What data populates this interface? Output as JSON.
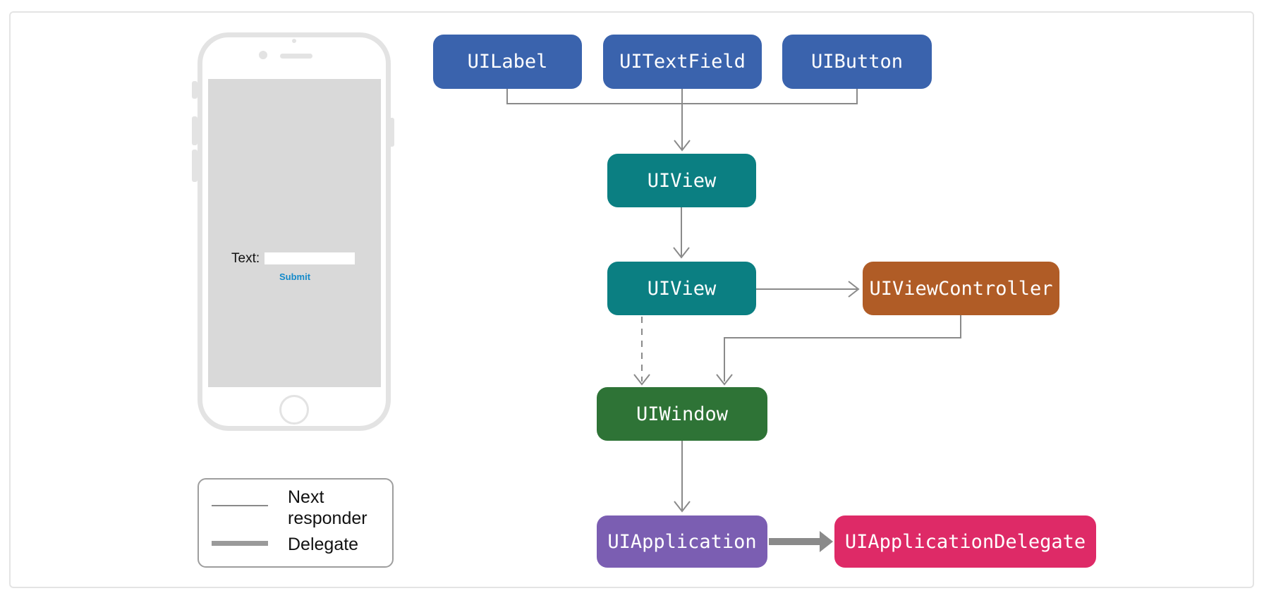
{
  "diagram": {
    "nodes": [
      {
        "id": "uilabel",
        "label": "UILabel",
        "color": "#3a63ad"
      },
      {
        "id": "uitextfield",
        "label": "UITextField",
        "color": "#3a63ad"
      },
      {
        "id": "uibutton",
        "label": "UIButton",
        "color": "#3a63ad"
      },
      {
        "id": "uiview-top",
        "label": "UIView",
        "color": "#0b7f82"
      },
      {
        "id": "uiview-root",
        "label": "UIView",
        "color": "#0b7f82"
      },
      {
        "id": "uiviewcontroller",
        "label": "UIViewController",
        "color": "#b05c26"
      },
      {
        "id": "uiwindow",
        "label": "UIWindow",
        "color": "#2e7336"
      },
      {
        "id": "uiapplication",
        "label": "UIApplication",
        "color": "#7b5eb2"
      },
      {
        "id": "uiapplicationdelegate",
        "label": "UIApplicationDelegate",
        "color": "#de2a67"
      }
    ],
    "edges": [
      {
        "from": "uilabel, uitextfield, uibutton",
        "to": "uiview-top",
        "type": "next-responder"
      },
      {
        "from": "uiview-top",
        "to": "uiview-root",
        "type": "next-responder"
      },
      {
        "from": "uiview-root",
        "to": "uiviewcontroller",
        "type": "next-responder"
      },
      {
        "from": "uiview-root",
        "to": "uiwindow",
        "type": "next-responder-dashed"
      },
      {
        "from": "uiviewcontroller",
        "to": "uiwindow",
        "type": "next-responder"
      },
      {
        "from": "uiwindow",
        "to": "uiapplication",
        "type": "next-responder"
      },
      {
        "from": "uiapplication",
        "to": "uiapplicationdelegate",
        "type": "delegate"
      }
    ]
  },
  "phone": {
    "text_label": "Text:",
    "input_value": "",
    "submit_label": "Submit",
    "submit_color": "#148aca"
  },
  "legend": {
    "items": [
      {
        "label": "Next responder",
        "line": "thin"
      },
      {
        "label": "Delegate",
        "line": "thick"
      }
    ]
  },
  "colors": {
    "arrow": "#8a8a8a",
    "card_border": "#e4e4e4",
    "phone_frame": "#e3e3e3",
    "phone_screen": "#d9d9d9"
  }
}
